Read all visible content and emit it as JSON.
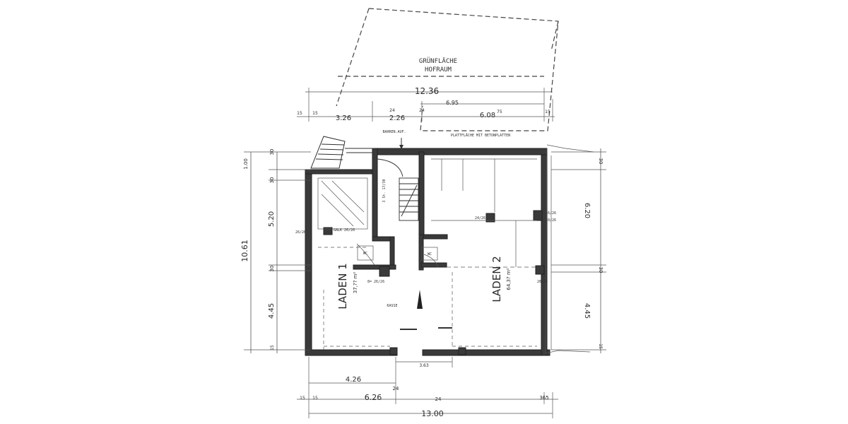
{
  "plan": {
    "courtyard": {
      "line1": "GRÜNFLÄCHE",
      "line2": "HOFRAUM"
    },
    "terrace_note": "PLATTFLÄCHE MIT BETONPLATTEN",
    "rooms": {
      "shop1": {
        "name": "LADEN 1",
        "area": "37,?? m²"
      },
      "shop2": {
        "name": "LADEN 2",
        "area": "64,3? m²"
      }
    },
    "small_labels": {
      "door_top": "BAHREN.AUF.",
      "stair_note": "3 St. 17/30",
      "wc1": "WC",
      "wc2": "WC",
      "column_a": "26/26",
      "column_b": "26/26",
      "column_c": "24/26",
      "column_d": "30/26",
      "column_e": "26/26",
      "galk": "GALK 26/26",
      "kasse": "KASSE",
      "a_label": "8= 26/26"
    },
    "dimensions": {
      "top_total": "12.36",
      "top_d1": "3.26",
      "top_d2": "2.26",
      "top_d3": "6.95",
      "top_d4": "6.08",
      "top_sup": "75",
      "top_24a": "24",
      "top_24b": "24",
      "top_15a": "15",
      "top_15b": "15",
      "top_15c": "15",
      "left_total": "10.61",
      "left_1": "1.00",
      "left_2": "5.20",
      "left_3": "30",
      "left_4": "4.45",
      "left_5": "30",
      "left_6": "15",
      "left_7": "30",
      "right_1": "30",
      "right_2": "6.20",
      "right_3": "30",
      "right_4": "4.45",
      "right_5": "15",
      "bottom_inner": "3.63",
      "bottom_d1": "4.26",
      "bottom_24a": "24",
      "bottom_d2": "6.26",
      "bottom_24b": "24",
      "bottom_total": "13.00",
      "bottom_sup": "365",
      "bottom_left": "15",
      "bottom_left_b": "15"
    }
  }
}
